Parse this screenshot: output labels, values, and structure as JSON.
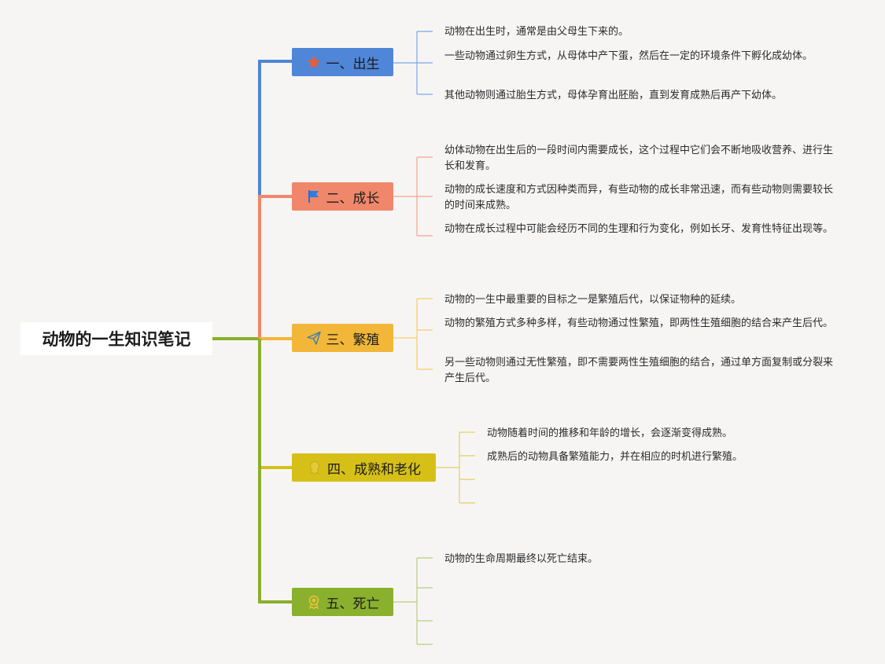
{
  "title": "动物的一生知识笔记",
  "colors": {
    "root_line": "#8ab02d",
    "birth": "#4f86d8",
    "growth": "#f0876a",
    "repro": "#f2b739",
    "mature": "#d6c018",
    "death": "#8ab02d"
  },
  "branches": [
    {
      "label": "一、出生",
      "icon": "star-icon",
      "leaves": [
        "动物在出生时，通常是由父母生下来的。",
        "一些动物通过卵生方式，从母体中产下蛋，然后在一定的环境条件下孵化成幼体。",
        "其他动物则通过胎生方式，母体孕育出胚胎，直到发育成熟后再产下幼体。"
      ]
    },
    {
      "label": "二、成长",
      "icon": "flag-icon",
      "leaves": [
        "幼体动物在出生后的一段时间内需要成长，这个过程中它们会不断地吸收营养、进行生长和发育。",
        "动物的成长速度和方式因种类而异，有些动物的成长非常迅速，而有些动物则需要较长的时间来成熟。",
        "动物在成长过程中可能会经历不同的生理和行为变化，例如长牙、发育性特征出现等。"
      ]
    },
    {
      "label": "三、繁殖",
      "icon": "paper-plane-icon",
      "leaves": [
        "动物的一生中最重要的目标之一是繁殖后代，以保证物种的延续。",
        "动物的繁殖方式多种多样，有些动物通过性繁殖，即两性生殖细胞的结合来产生后代。",
        "另一些动物则通过无性繁殖，即不需要两性生殖细胞的结合，通过单方面复制或分裂来产生后代。"
      ]
    },
    {
      "label": "四、成熟和老化",
      "icon": "medal-icon",
      "leaves": [
        "动物随着时间的推移和年龄的增长，会逐渐变得成熟。",
        "成熟后的动物具备繁殖能力，并在相应的时机进行繁殖。",
        "",
        ""
      ]
    },
    {
      "label": "五、死亡",
      "icon": "award-icon",
      "leaves": [
        "动物的生命周期最终以死亡结束。",
        "",
        "",
        ""
      ]
    }
  ]
}
